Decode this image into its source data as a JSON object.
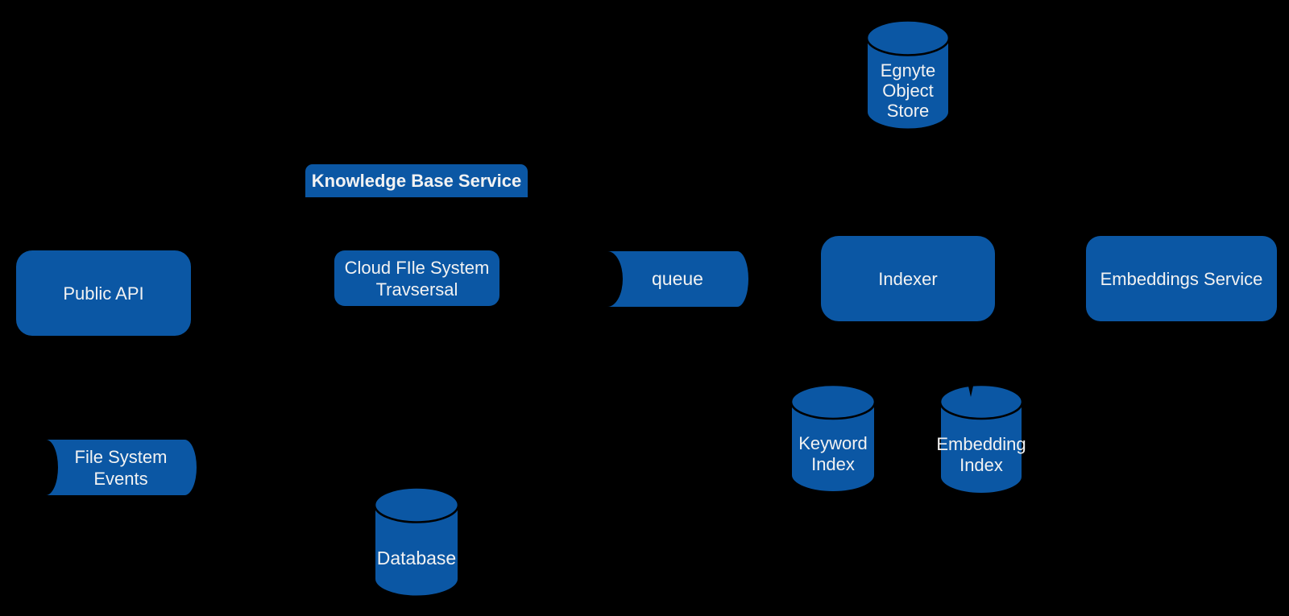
{
  "canvas": {
    "background": "#000000",
    "node_fill": "#0b57a4",
    "node_text": "#f2f2f2",
    "outline": "#000000"
  },
  "container_label": {
    "label": "Knowledge Base Service"
  },
  "nodes": {
    "public_api": {
      "label": "Public API"
    },
    "cloud_file_system_traversal": {
      "lines": [
        "Cloud FIle System",
        "Travsersal"
      ]
    },
    "queue": {
      "label": "queue"
    },
    "indexer": {
      "label": "Indexer"
    },
    "embeddings_service": {
      "label": "Embeddings Service"
    },
    "egnyte_object_store": {
      "lines": [
        "Egnyte",
        "Object",
        "Store"
      ]
    },
    "file_system_events": {
      "lines": [
        "File System",
        "Events"
      ]
    },
    "database": {
      "label": "Database"
    },
    "keyword_index": {
      "lines": [
        "Keyword",
        "Index"
      ]
    },
    "embedding_index": {
      "lines": [
        "Embedding",
        "Index"
      ]
    }
  }
}
